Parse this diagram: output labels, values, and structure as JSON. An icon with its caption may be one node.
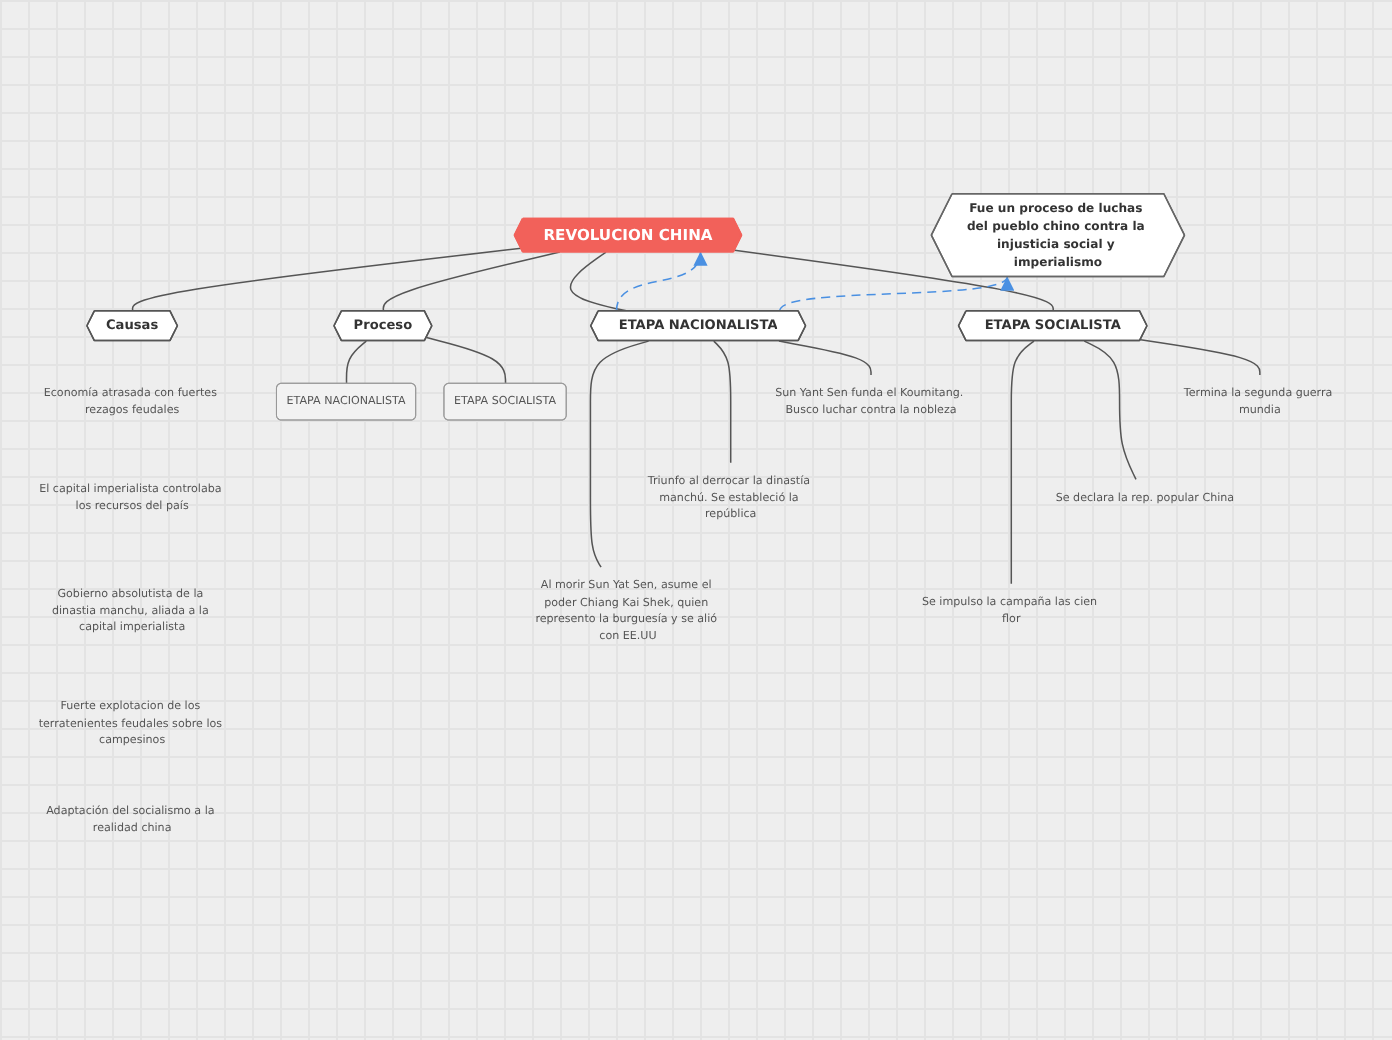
{
  "diagram": {
    "nodes": [
      {
        "text": [
          "REVOLUCION CHINA"
        ]
      },
      {
        "text": [
          "Fue un proceso de luchas del pueblo chino contra la injusticia social y imperialismo"
        ]
      },
      {
        "text": [
          "Causas"
        ]
      },
      {
        "text": [
          "Economía atrasada con fuertes rezagos feudales"
        ]
      },
      {
        "text": [
          "El capital imperialista controlaba los recursos del país"
        ]
      },
      {
        "text": [
          "Gobierno absolutista de la dinastia manchu, aliada a la capital imperialista"
        ]
      },
      {
        "text": [
          "Fuerte explotacion de los terratenientes feudales sobre los campesinos"
        ]
      },
      {
        "text": [
          "Adaptación del socialismo a la realidad china"
        ]
      },
      {
        "text": [
          "Proceso"
        ]
      },
      {
        "text": [
          "ETAPA NACIONALISTA"
        ]
      },
      {
        "text": [
          "ETAPA SOCIALISTA"
        ]
      },
      {
        "text": [
          "ETAPA NACIONALISTA"
        ]
      },
      {
        "text": [
          "Sun Yant Sen funda el Koumitang. Busco luchar contra la nobleza"
        ]
      },
      {
        "text": [
          "Triunfo al derrocar la dinastía manchú. Se estableció la república"
        ]
      },
      {
        "text": [
          "Al morir Sun Yat Sen, asume el poder Chiang Kai Shek, quien represento la burguesía y se alió con EE.UU"
        ]
      },
      {
        "text": [
          "ETAPA SOCIALISTA"
        ]
      },
      {
        "text": [
          "Termina la segunda guerra mundia"
        ]
      },
      {
        "text": [
          "Se declara la rep. popular China"
        ]
      },
      {
        "text": [
          "Se impulso la campaña las cien flor"
        ]
      }
    ],
    "edges": [
      {
        "from": 0,
        "to": 2,
        "arrow": "none"
      },
      {
        "from": 0,
        "to": 8,
        "arrow": "none"
      },
      {
        "from": 0,
        "to": 11,
        "arrow": "none"
      },
      {
        "from": 0,
        "to": 15,
        "arrow": "none"
      },
      {
        "from": 8,
        "to": 9,
        "arrow": "none"
      },
      {
        "from": 8,
        "to": 10,
        "arrow": "none"
      },
      {
        "from": 11,
        "to": 12,
        "arrow": "none"
      },
      {
        "from": 11,
        "to": 13,
        "arrow": "none"
      },
      {
        "from": 11,
        "to": 14,
        "arrow": "none"
      },
      {
        "from": 15,
        "to": 16,
        "arrow": "none"
      },
      {
        "from": 15,
        "to": 17,
        "arrow": "none"
      },
      {
        "from": 15,
        "to": 18,
        "arrow": "none"
      },
      {
        "from": 11,
        "to": 0,
        "arrow": "to",
        "style": "dashed",
        "color": "#4a90e2"
      },
      {
        "from": 11,
        "to": 1,
        "arrow": "to",
        "style": "dashed",
        "color": "#4a90e2"
      }
    ]
  }
}
